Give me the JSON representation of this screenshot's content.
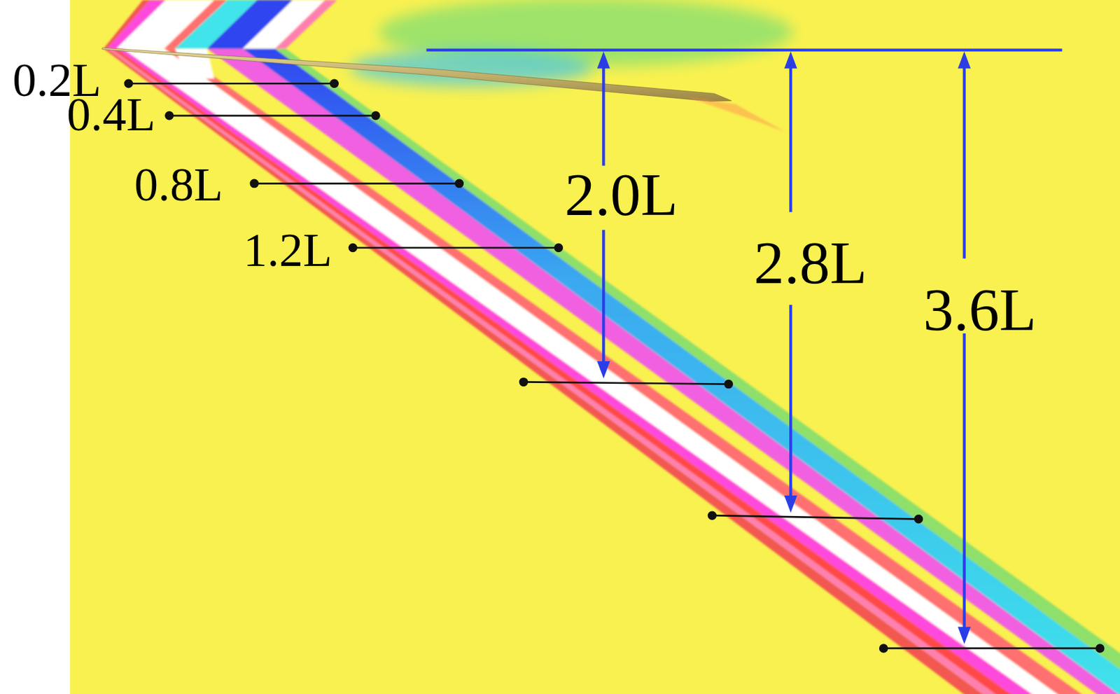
{
  "diagram": {
    "labels": [
      "0.2L",
      "0.4L",
      "0.8L",
      "1.2L",
      "2.0L",
      "2.8L",
      "3.6L"
    ]
  }
}
